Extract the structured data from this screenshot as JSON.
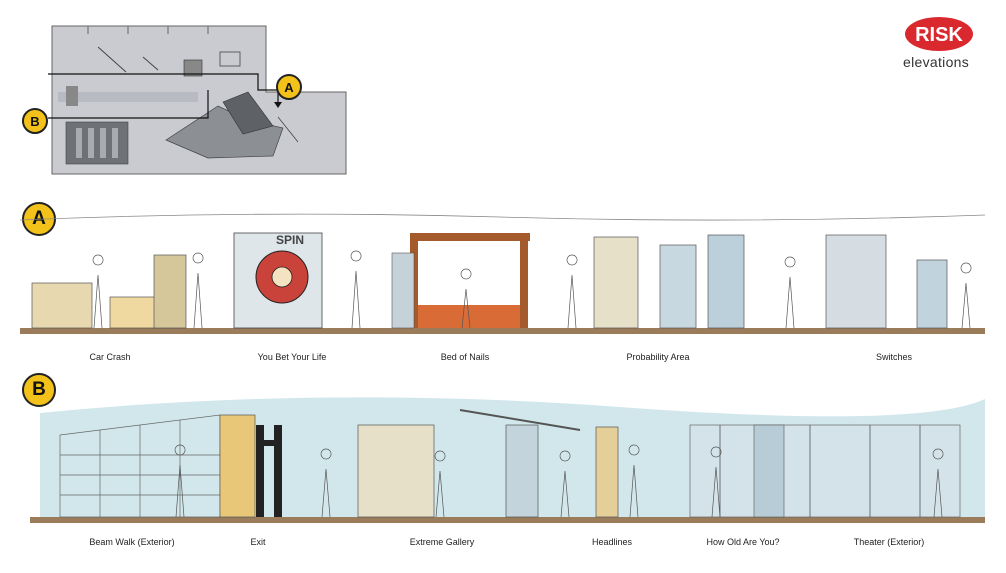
{
  "logo": {
    "brand": "RISK",
    "subtitle": "elevations"
  },
  "markers": {
    "a": "A",
    "b": "B"
  },
  "sign_text": "SPIN",
  "elevation_a": {
    "labels": [
      "Car Crash",
      "You Bet Your Life",
      "Bed of Nails",
      "Probability Area",
      "Switches"
    ]
  },
  "elevation_b": {
    "labels": [
      "Beam Walk (Exterior)",
      "Exit",
      "Extreme Gallery",
      "Headlines",
      "How Old Are You?",
      "Theater (Exterior)"
    ]
  },
  "colors": {
    "marker": "#f2c21b",
    "logo": "#d9282e",
    "floor": "#9a7b5a",
    "wash": "#7fb9c9"
  }
}
